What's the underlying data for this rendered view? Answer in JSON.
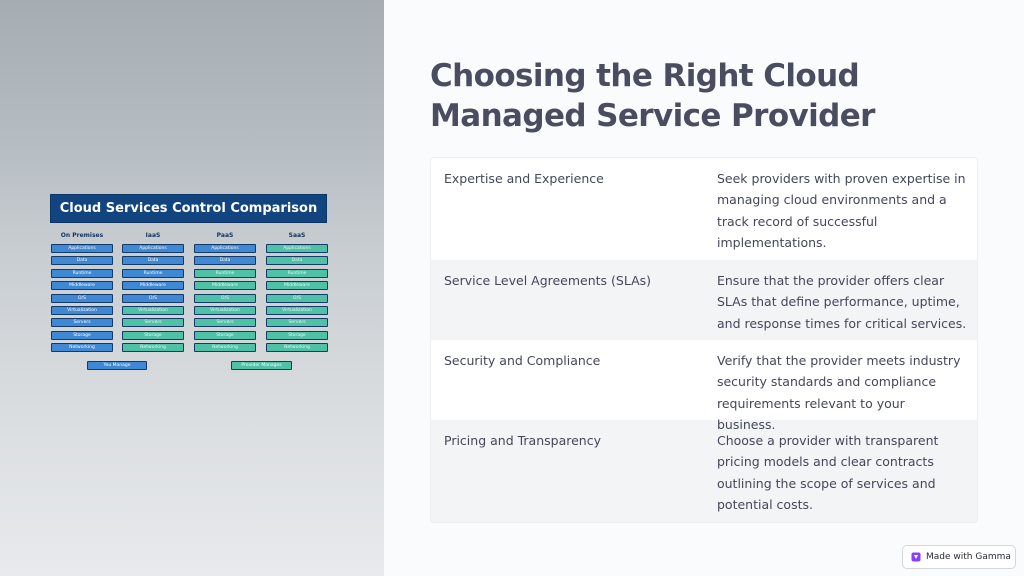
{
  "slide": {
    "title": "Choosing the Right Cloud Managed Service Provider",
    "rows": [
      {
        "factor": "Expertise and Experience",
        "description": "Seek providers with proven expertise in managing cloud environments and a track record of successful implementations."
      },
      {
        "factor": "Service Level Agreements (SLAs)",
        "description": "Ensure that the provider offers clear SLAs that define performance, uptime, and response times for critical services."
      },
      {
        "factor": "Security and Compliance",
        "description": "Verify that the provider meets industry security standards and compliance requirements relevant to your business."
      },
      {
        "factor": "Pricing and Transparency",
        "description": "Choose a provider with transparent pricing models and clear contracts outlining the scope of services and potential costs."
      }
    ]
  },
  "diagram": {
    "title": "Cloud Services Control Comparison",
    "columns": [
      {
        "name": "On Premises",
        "cells": [
          {
            "label": "Applications",
            "managed_by": "you"
          },
          {
            "label": "Data",
            "managed_by": "you"
          },
          {
            "label": "Runtime",
            "managed_by": "you"
          },
          {
            "label": "Middleware",
            "managed_by": "you"
          },
          {
            "label": "O/S",
            "managed_by": "you"
          },
          {
            "label": "Virtualization",
            "managed_by": "you"
          },
          {
            "label": "Servers",
            "managed_by": "you"
          },
          {
            "label": "Storage",
            "managed_by": "you"
          },
          {
            "label": "Networking",
            "managed_by": "you"
          }
        ]
      },
      {
        "name": "IaaS",
        "cells": [
          {
            "label": "Applications",
            "managed_by": "you"
          },
          {
            "label": "Data",
            "managed_by": "you"
          },
          {
            "label": "Runtime",
            "managed_by": "you"
          },
          {
            "label": "Middleware",
            "managed_by": "you"
          },
          {
            "label": "O/S",
            "managed_by": "you"
          },
          {
            "label": "Virtualization",
            "managed_by": "provider"
          },
          {
            "label": "Servers",
            "managed_by": "provider"
          },
          {
            "label": "Storage",
            "managed_by": "provider"
          },
          {
            "label": "Networking",
            "managed_by": "provider"
          }
        ]
      },
      {
        "name": "PaaS",
        "cells": [
          {
            "label": "Applications",
            "managed_by": "you"
          },
          {
            "label": "Data",
            "managed_by": "you"
          },
          {
            "label": "Runtime",
            "managed_by": "provider"
          },
          {
            "label": "Middleware",
            "managed_by": "provider"
          },
          {
            "label": "O/S",
            "managed_by": "provider"
          },
          {
            "label": "Virtualization",
            "managed_by": "provider"
          },
          {
            "label": "Servers",
            "managed_by": "provider"
          },
          {
            "label": "Storage",
            "managed_by": "provider"
          },
          {
            "label": "Networking",
            "managed_by": "provider"
          }
        ]
      },
      {
        "name": "SaaS",
        "cells": [
          {
            "label": "Applications",
            "managed_by": "provider"
          },
          {
            "label": "Data",
            "managed_by": "provider"
          },
          {
            "label": "Runtime",
            "managed_by": "provider"
          },
          {
            "label": "Middleware",
            "managed_by": "provider"
          },
          {
            "label": "O/S",
            "managed_by": "provider"
          },
          {
            "label": "Virtualization",
            "managed_by": "provider"
          },
          {
            "label": "Servers",
            "managed_by": "provider"
          },
          {
            "label": "Storage",
            "managed_by": "provider"
          },
          {
            "label": "Networking",
            "managed_by": "provider"
          }
        ]
      }
    ],
    "legend": {
      "you": "You Manage",
      "provider": "Provider Manages"
    },
    "colors": {
      "title_bg": "#12457f",
      "you": "#3f88d4",
      "provider": "#4fc1a6"
    }
  },
  "badge": {
    "label": "Made with Gamma",
    "icon": "gamma-logo-icon"
  }
}
